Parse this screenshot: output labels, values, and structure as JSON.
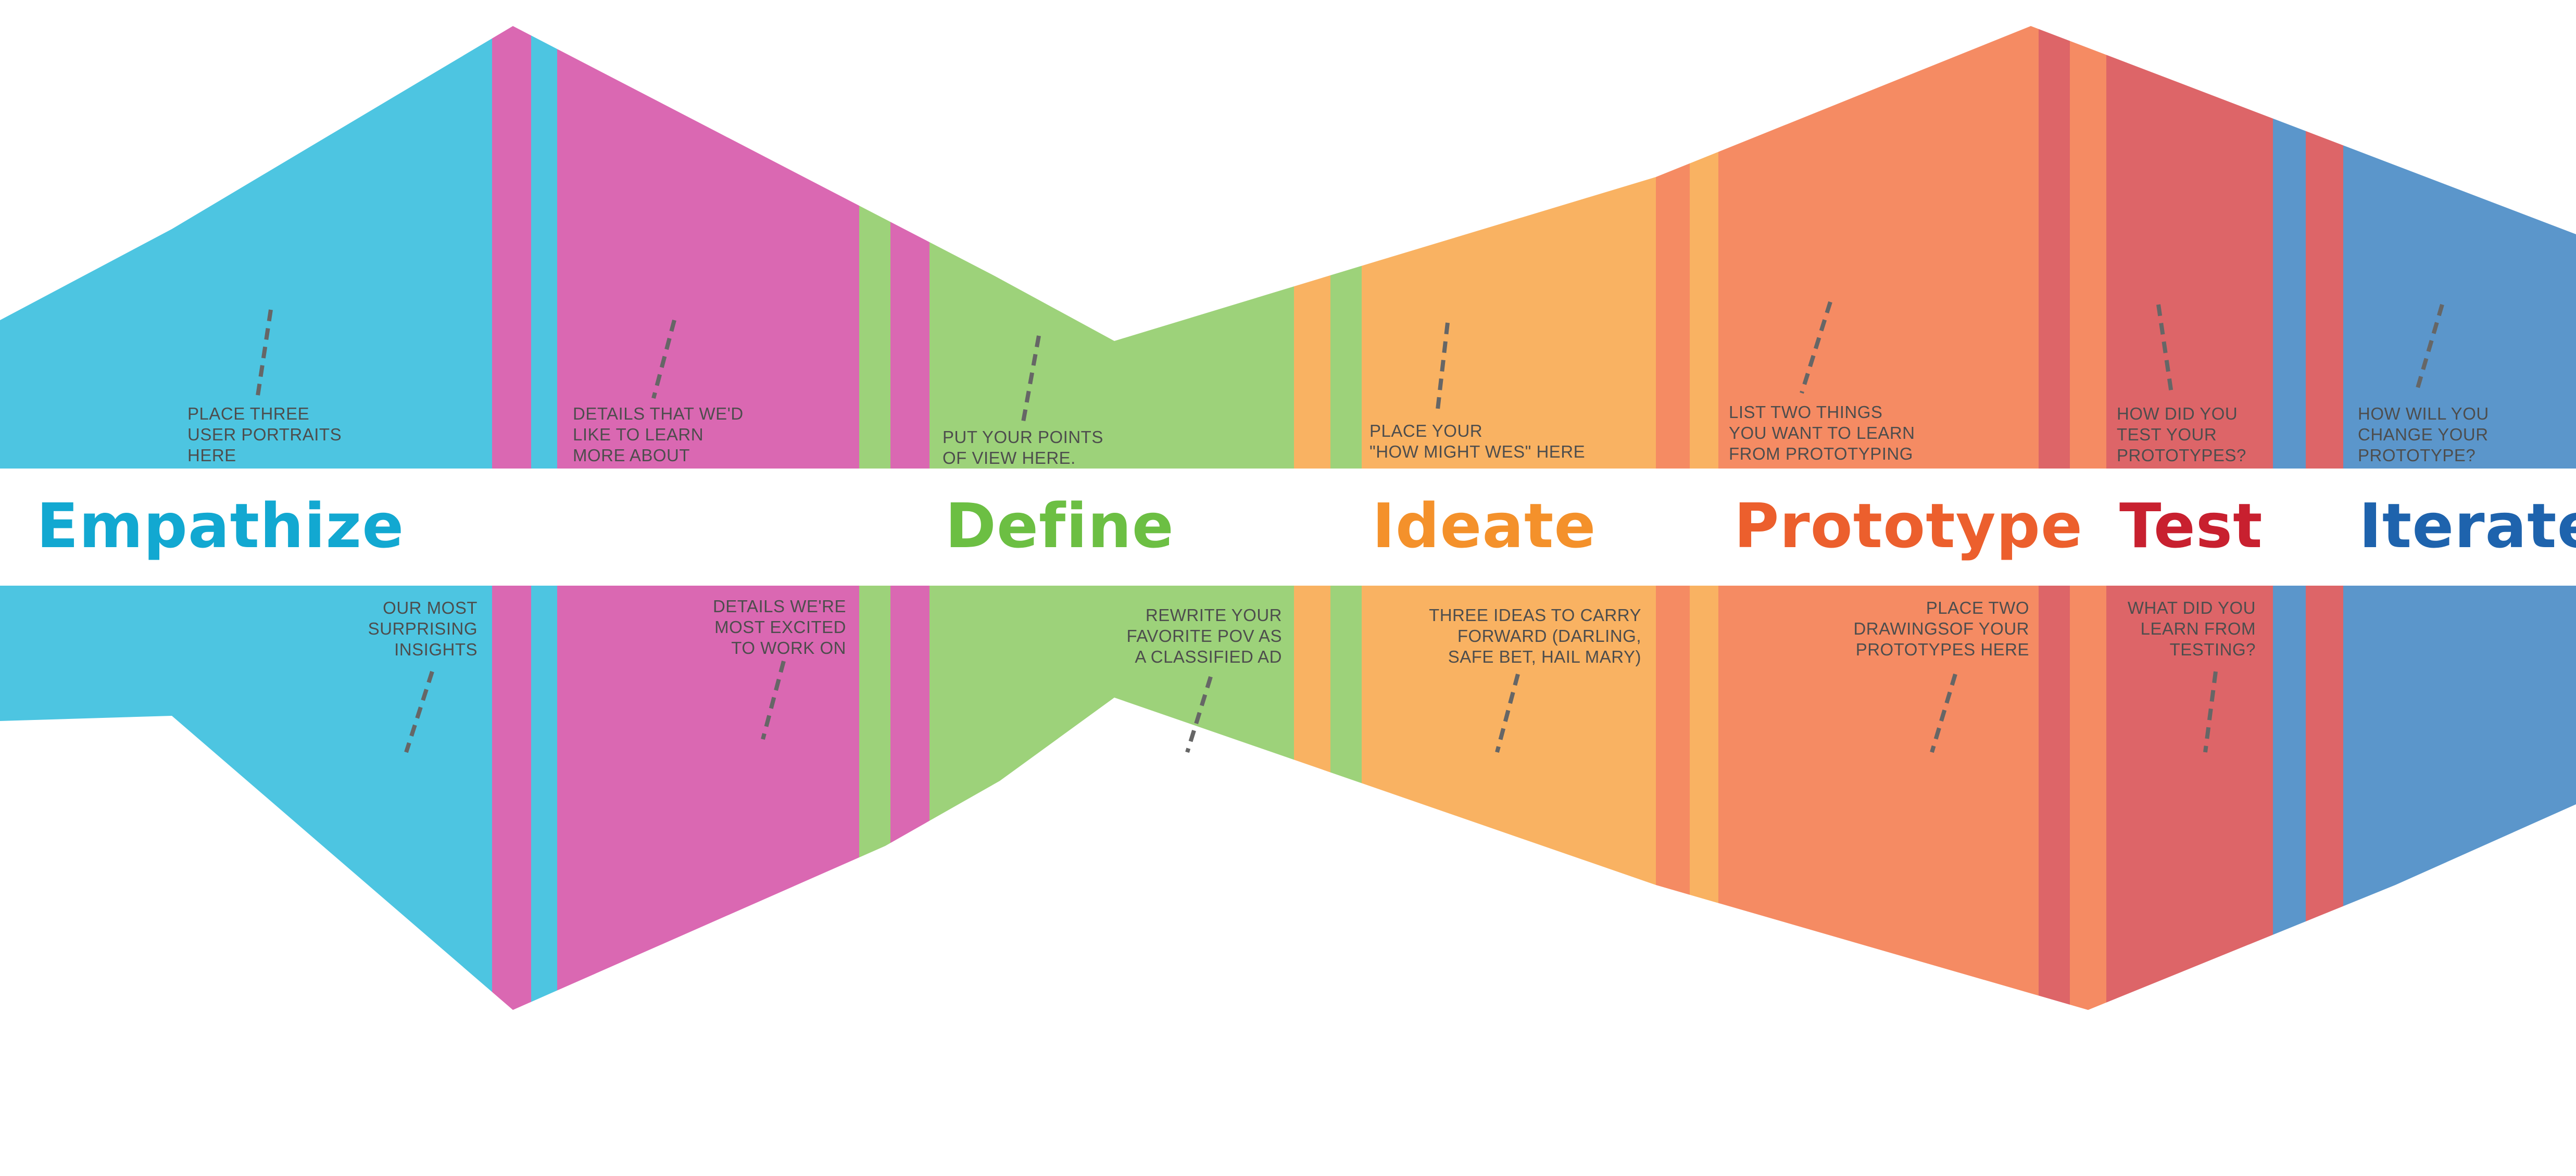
{
  "stages": [
    {
      "id": "empathize",
      "label": "Empathize",
      "color": "#12a8d1"
    },
    {
      "id": "define",
      "label": "Define",
      "color": "#6cbf43"
    },
    {
      "id": "ideate",
      "label": "Ideate",
      "color": "#f4912b"
    },
    {
      "id": "prototype",
      "label": "Prototype",
      "color": "#ec5f2d"
    },
    {
      "id": "test",
      "label": "Test",
      "color": "#c8202f"
    },
    {
      "id": "iterate",
      "label": "Iterate",
      "color": "#1e63ad"
    }
  ],
  "prompts": {
    "user_portraits": "PLACE THREE\nUSER PORTRAITS\nHERE",
    "details_learn": "DETAILS THAT WE'D\n LIKE TO LEARN\nMORE ABOUT",
    "points_of_view": "PUT YOUR POINTS\nOF VIEW HERE.",
    "how_might_wes": "PLACE YOUR\n\"HOW MIGHT WES\" HERE",
    "learn_from_prototyping": "LIST TWO THINGS\nYOU WANT TO LEARN\nFROM PROTOTYPING",
    "how_test": "HOW DID YOU\nTEST YOUR\nPROTOTYPES?",
    "how_change": "HOW WILL YOU\nCHANGE YOUR\nPROTOTYPE?",
    "surprising_insights": "OUR MOST\nSURPRISING\nINSIGHTS",
    "excited_work": "DETAILS WE'RE\nMOST EXCITED\nTO WORK ON",
    "classified_ad": "REWRITE YOUR\nFAVORITE POV AS\nA CLASSIFIED AD",
    "three_ideas": "THREE IDEAS TO CARRY\nFORWARD (DARLING,\nSAFE BET, HAIL MARY)",
    "drawings": "PLACE TWO\nDRAWINGSOF YOUR\nPROTOTYPES HERE",
    "what_learn": "WHAT DID YOU\nLEARN FROM\nTESTING?"
  },
  "palette": {
    "empathize_fill": "#4dc5e1",
    "empathize_accent": "#da68b2",
    "define_fill": "#9dd27a",
    "ideate_fill": "#f9b262",
    "prototype_fill": "#f58b63",
    "test_fill": "#dd6568",
    "iterate_fill": "#5b96cb",
    "connector": "#666666"
  }
}
